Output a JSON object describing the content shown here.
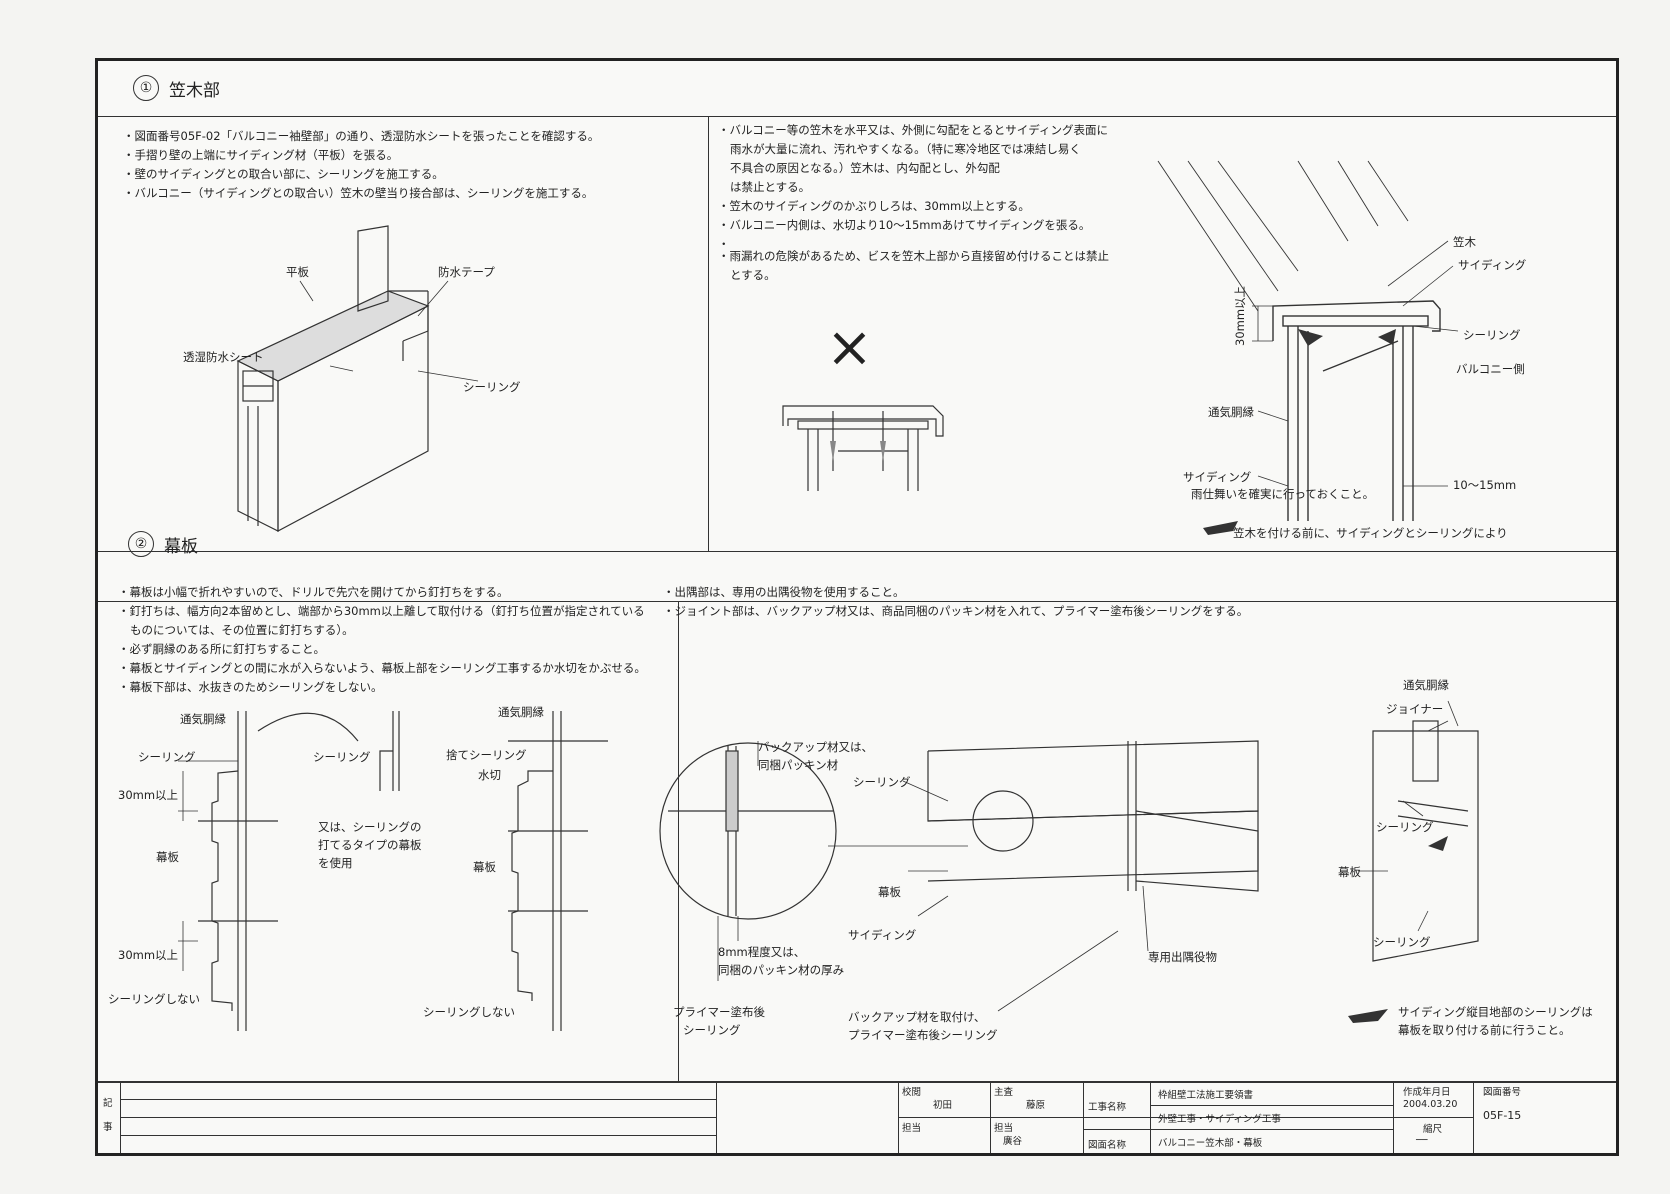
{
  "section1": {
    "number": "①",
    "title": "笠木部",
    "left_notes": [
      "図面番号05F-02「バルコニー袖壁部」の通り、透湿防水シートを張ったことを確認する。",
      "手摺り壁の上端にサイディング材（平板）を張る。",
      "壁のサイディングとの取合い部に、シーリングを施工する。",
      "バルコニー（サイディングとの取合い）笠木の壁当り接合部は、シーリングを施工する。"
    ],
    "left_labels": {
      "flat_board": "平板",
      "waterproof_tape": "防水テープ",
      "breathable_sheet": "透湿防水シート",
      "sealing": "シーリング"
    },
    "right_notes": [
      {
        "text": "バルコニー等の笠木を水平又は、外側に勾配をとるとサイディング表面に",
        "bullet": true
      },
      {
        "text": "雨水が大量に流れ、汚れやすくなる。（特に寒冷地区では凍結し易く",
        "bullet": false
      },
      {
        "text": "不具合の原因となる。）笠木は、内勾配とし、外勾配",
        "bullet": false
      },
      {
        "text": "は禁止とする。",
        "bullet": false
      },
      {
        "text": "笠木のサイディングのかぶりしろは、30mm以上とする。",
        "bullet": true
      },
      {
        "text": "バルコニー内側は、水切より10～15mmあけてサイディングを張る。",
        "bullet": true
      },
      {
        "text": "雨漏れの危険があるため、ビスを笠木上部から直接留め付けることは禁止",
        "bullet": true
      },
      {
        "text": "とする。",
        "bullet": false
      }
    ],
    "right_labels": {
      "coping": "笠木",
      "siding": "サイディング",
      "sealing": "シーリング",
      "balcony_side": "バルコニー側",
      "furring": "通気胴縁",
      "siding2": "サイディング",
      "gap": "10～15mm",
      "cover": "30mm以上",
      "note_line1": "笠木を付ける前に、サイディングとシーリングにより",
      "note_line2": "雨仕舞いを確実に行っておくこと。",
      "cross": "×"
    }
  },
  "section2": {
    "number": "②",
    "title": "幕板",
    "left_notes": [
      {
        "text": "幕板は小幅で折れやすいので、ドリルで先穴を開けてから釘打ちをする。",
        "bullet": true
      },
      {
        "text": "釘打ちは、幅方向2本留めとし、端部から30mm以上離して取付ける（釘打ち位置が指定されている",
        "bullet": true
      },
      {
        "text": "ものについては、その位置に釘打ちする）。",
        "bullet": false
      },
      {
        "text": "必ず胴縁のある所に釘打ちすること。",
        "bullet": true
      },
      {
        "text": "幕板とサイディングとの間に水が入らないよう、幕板上部をシーリング工事するか水切をかぶせる。",
        "bullet": true
      },
      {
        "text": "幕板下部は、水抜きのためシーリングをしない。",
        "bullet": true
      }
    ],
    "left_labels": {
      "furring": "通気胴縁",
      "sealing": "シーリング",
      "cover_top": "30mm以上",
      "board": "幕板",
      "cover_bottom": "30mm以上",
      "no_seal": "シーリングしない",
      "sealing2": "シーリング",
      "alt1": "又は、シーリングの",
      "alt2": "打てるタイプの幕板",
      "alt3": "を使用",
      "furring2": "通気胴縁",
      "discard_seal": "捨てシーリング",
      "flashing": "水切",
      "board2": "幕板",
      "no_seal2": "シーリングしない"
    },
    "right_notes": [
      "出隅部は、専用の出隅役物を使用すること。",
      "ジョイント部は、バックアップ材又は、商品同梱のパッキン材を入れて、プライマー塗布後シーリングをする。"
    ],
    "right_labels": {
      "backup1": "バックアップ材又は、",
      "backup2": "同梱パッキン材",
      "gap1": "8mm程度又は、",
      "gap2": "同梱のパッキン材の厚み",
      "primer1": "プライマー塗布後",
      "primer2": "シーリング",
      "sealing": "シーリング",
      "board": "幕板",
      "siding": "サイディング",
      "corner": "専用出隅役物",
      "backup_note1": "バックアップ材を取付け、",
      "backup_note2": "プライマー塗布後シーリング",
      "furring": "通気胴縁",
      "joiner": "ジョイナー",
      "sealing2": "シーリング",
      "board2": "幕板",
      "sealing3": "シーリング",
      "note1": "サイディング縦目地部のシーリングは",
      "note2": "幕板を取り付ける前に行うこと。"
    }
  },
  "title_block": {
    "remarks_label1": "記",
    "remarks_label2": "事",
    "check_label": "校閲",
    "check_name": "初田",
    "chief_label": "主査",
    "chief_name": "藤原",
    "staff_label": "担当",
    "staff_label2": "担当",
    "staff_name": "廣谷",
    "project_label": "工事名称",
    "project_name": "枠組壁工法施工要領書",
    "project_sub": "外壁工事・サイディング工事",
    "drawing_label": "図面名称",
    "drawing_name": "バルコニー笠木部・幕板",
    "date_label": "作成年月日",
    "date": "2004.03.20",
    "scale_label": "縮尺",
    "scale": "──",
    "number_label": "図面番号",
    "number": "05F-15"
  }
}
